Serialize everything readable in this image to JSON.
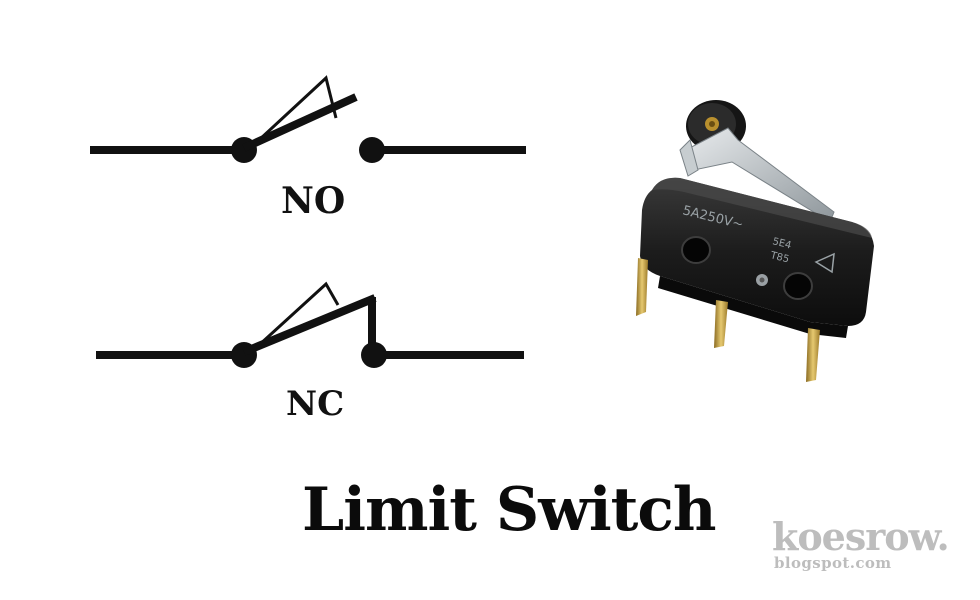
{
  "symbols": {
    "no": {
      "label": "NO"
    },
    "nc": {
      "label": "NC"
    }
  },
  "title": "Limit Switch",
  "watermark": {
    "main": "koesrow.",
    "sub": "blogspot.com"
  },
  "switch_markings": {
    "rating": "5A250V~",
    "model": "5E4",
    "code": "T85"
  },
  "colors": {
    "ink": "#111111",
    "switch_body": "#1a1a1a",
    "terminal": "#c8a44a",
    "watermark": "#bdbdbd"
  }
}
